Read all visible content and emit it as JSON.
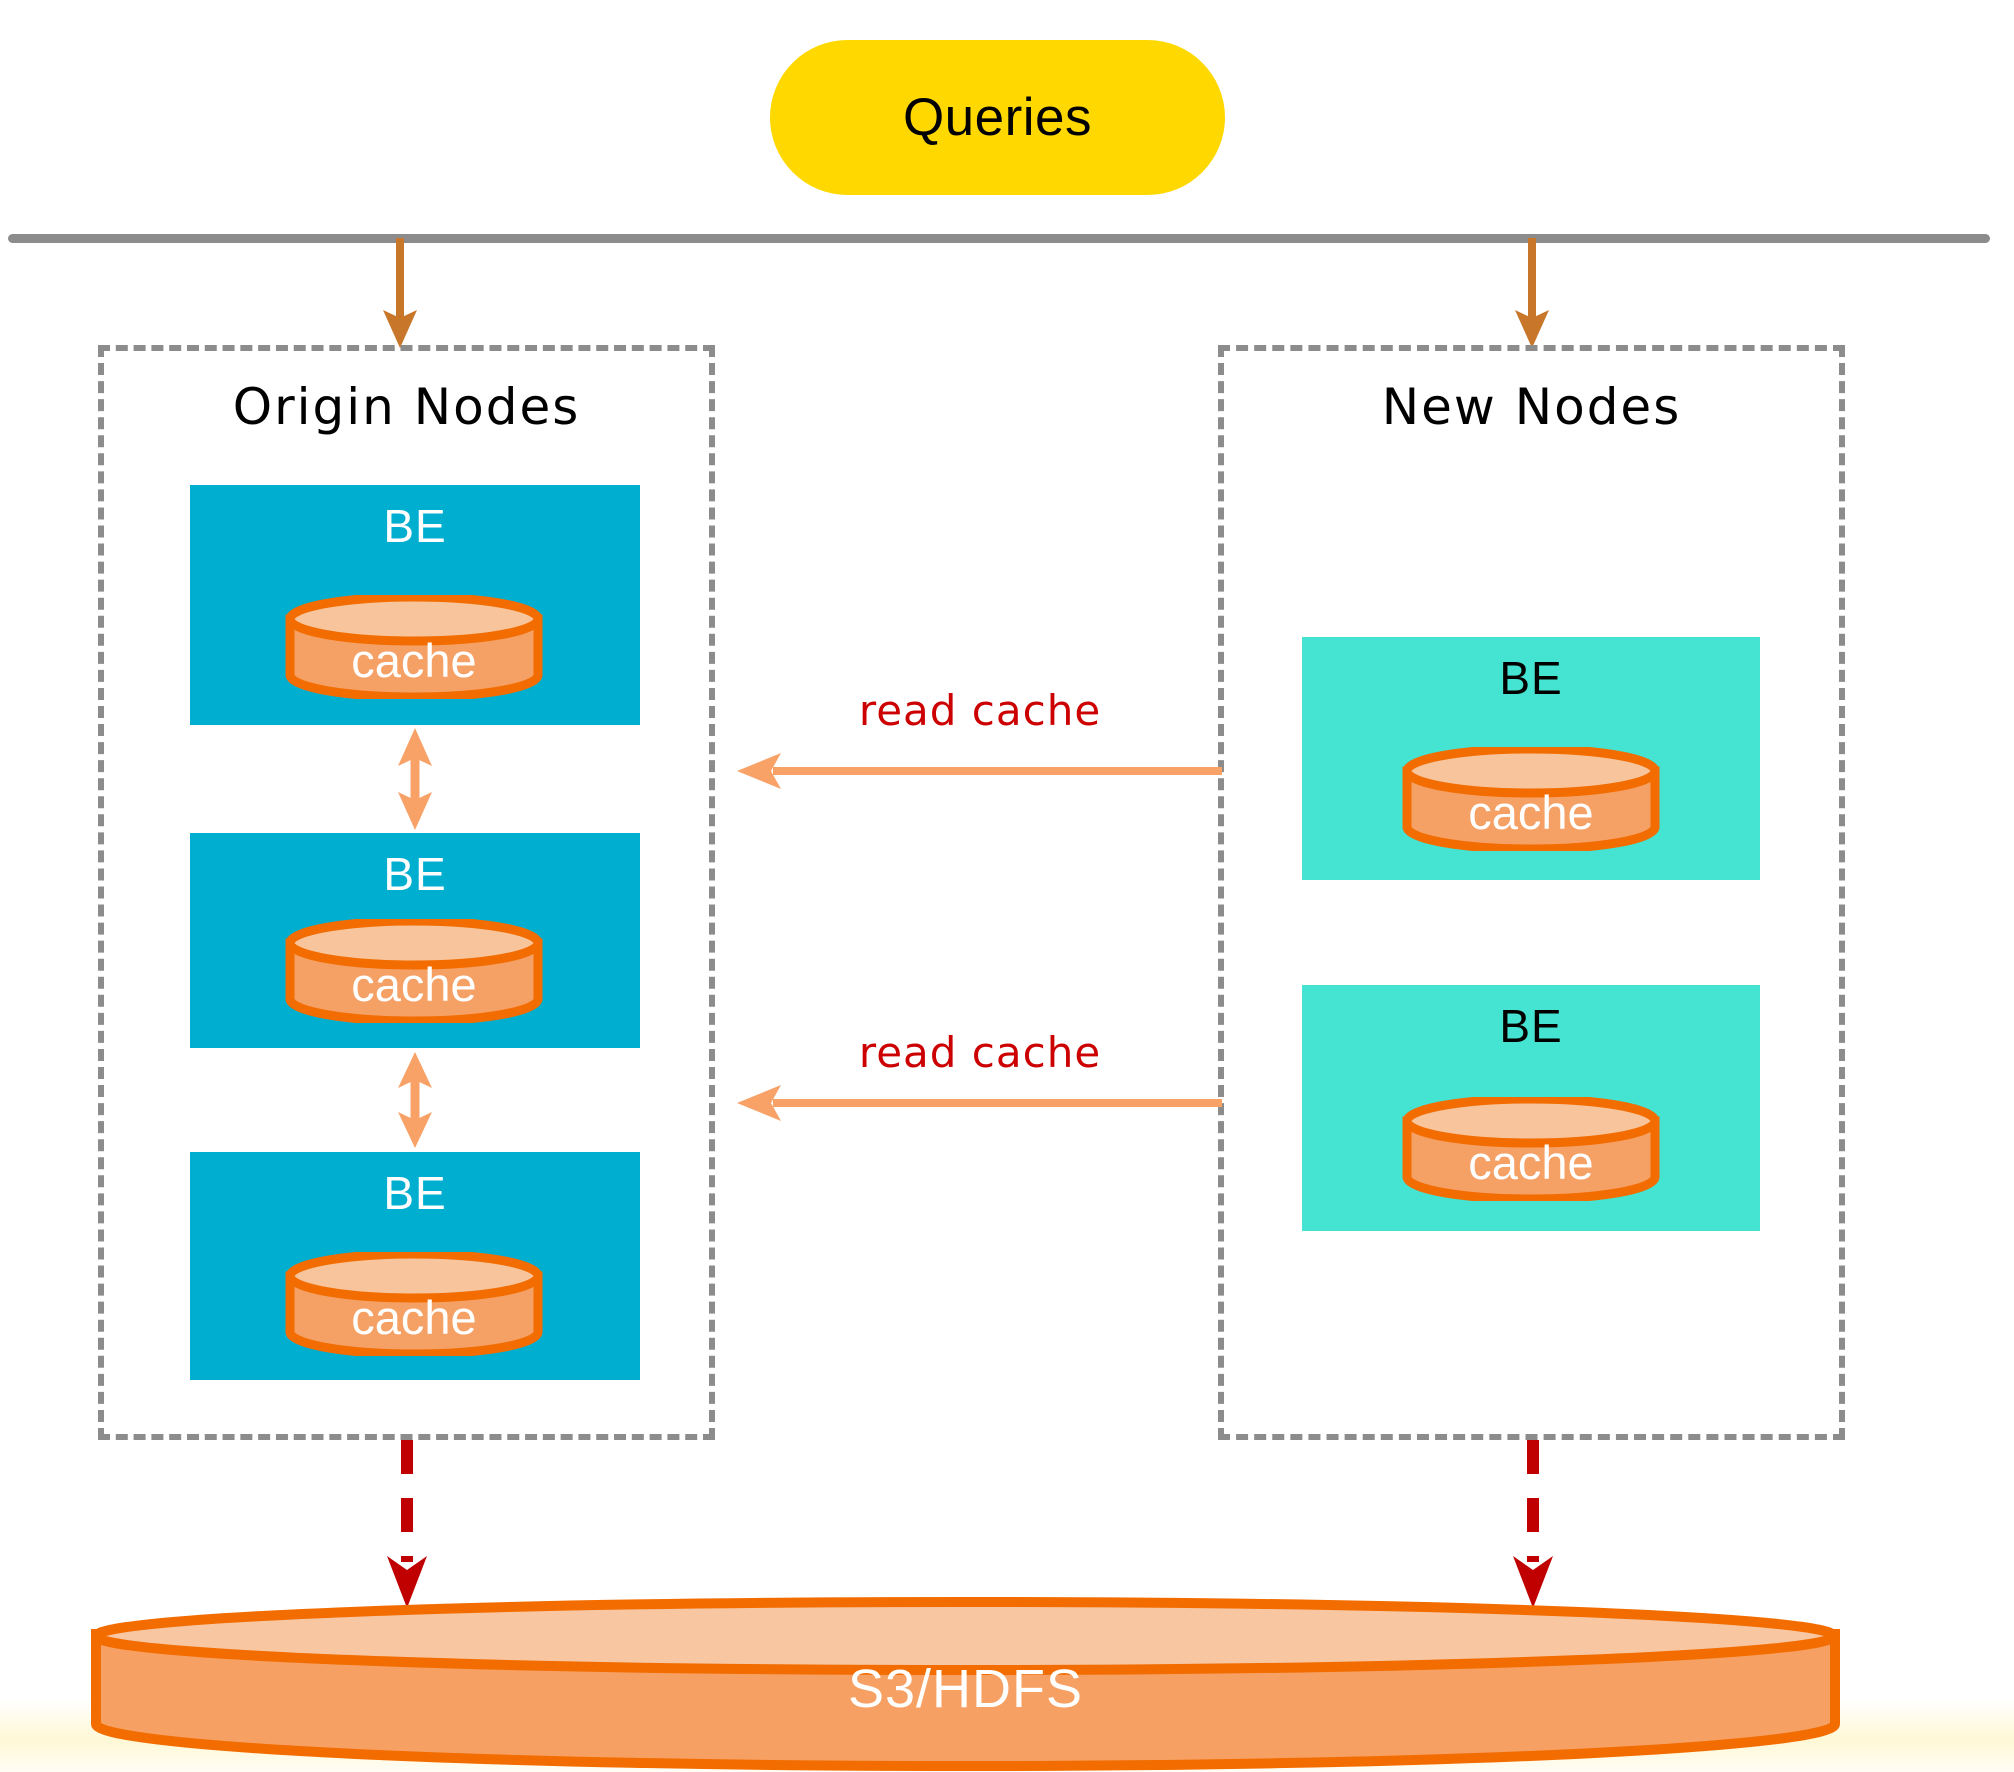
{
  "diagram": {
    "title_pill": {
      "label": "Queries"
    },
    "groups": [
      {
        "id": "origin",
        "title": "Origin Nodes",
        "node_color": "#00AFD0",
        "node_label_color": "#FFFFFF",
        "nodes": [
          {
            "label": "BE",
            "storage_label": "cache"
          },
          {
            "label": "BE",
            "storage_label": "cache"
          },
          {
            "label": "BE",
            "storage_label": "cache"
          }
        ]
      },
      {
        "id": "new",
        "title": "New Nodes",
        "node_color": "#45E3D1",
        "node_label_color": "#000000",
        "nodes": [
          {
            "label": "BE",
            "storage_label": "cache"
          },
          {
            "label": "BE",
            "storage_label": "cache"
          }
        ]
      }
    ],
    "edges": {
      "read_cache_top": "read cache",
      "read_cache_bottom": "read cache"
    },
    "storage": {
      "label": "S3/HDFS"
    },
    "colors": {
      "queries_bg": "#FFD800",
      "group_border": "#8c8c8c",
      "rule": "#8c8c8c",
      "query_arrow": "#C8762A",
      "peer_arrow": "#F9A268",
      "read_arrow": "#F9A268",
      "read_label": "#CC0000",
      "persist_arrow": "#C00000",
      "cache_fill": "#F5A166",
      "cache_top": "#F7C49B",
      "cache_stroke": "#F26C00",
      "storage_fill": "#F6A163",
      "storage_top": "#F8C6A1",
      "storage_stroke": "#F26C00"
    }
  }
}
